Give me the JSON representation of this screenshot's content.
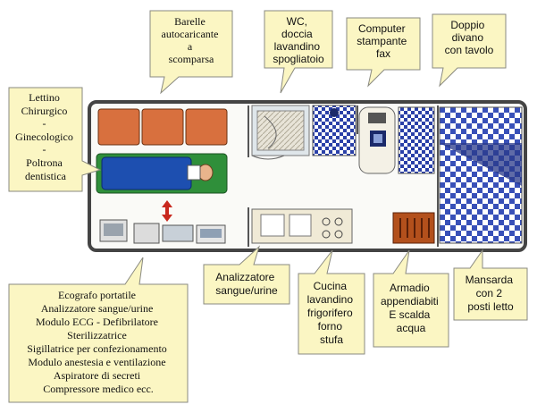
{
  "colors": {
    "callout_fill": "#fbf6c3",
    "callout_stroke": "#8a8a80",
    "seat_orange": "#d8703e",
    "bed_blue": "#1d4fb0",
    "bed_green": "#2f8f3a",
    "check_blue": "#2a40a8",
    "cabinet_brown": "#8b3a12",
    "arrow_red": "#c8281e",
    "wall": "#444444"
  },
  "callouts": {
    "barelle": {
      "lines": [
        "Barelle",
        "autocaricante",
        "a",
        "scomparsa"
      ]
    },
    "wc": {
      "lines": [
        "WC,",
        "doccia",
        "lavandino",
        "spogliatoio"
      ]
    },
    "computer": {
      "lines": [
        "Computer",
        "stampante",
        "fax"
      ]
    },
    "divano": {
      "lines": [
        "Doppio",
        "divano",
        "con tavolo"
      ]
    },
    "lettino": {
      "lines": [
        "Lettino",
        "Chirurgico",
        "-",
        "Ginecologico",
        "-",
        "Poltrona",
        "dentistica"
      ]
    },
    "ecografo": {
      "lines": [
        "Ecografo portatile",
        "Analizzatore sangue/urine",
        "Modulo ECG - Defibrilatore",
        "Sterilizzatrice",
        "Sigillatrice per confezionamento",
        "Modulo anestesia e ventilazione",
        "Aspiratore di secreti",
        "Compressore medico ecc."
      ]
    },
    "analizzatore": {
      "lines": [
        "Analizzatore",
        "sangue/urine"
      ]
    },
    "cucina": {
      "lines": [
        "Cucina",
        "lavandino",
        "frigorifero",
        "forno",
        "stufa"
      ]
    },
    "armadio": {
      "lines": [
        "Armadio",
        "appendiabiti",
        "E scalda",
        "acqua"
      ]
    },
    "mansarda": {
      "lines": [
        "Mansarda",
        "con 2",
        "posti letto"
      ]
    }
  }
}
